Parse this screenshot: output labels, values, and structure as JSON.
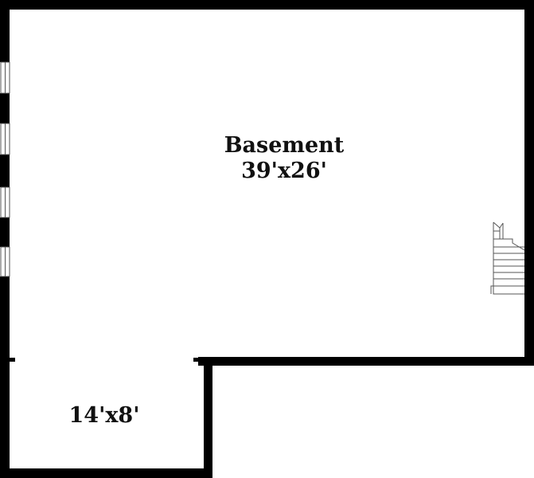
{
  "plan": {
    "wall_color": "#000000",
    "floor_color": "#ffffff",
    "fixture_color": "#555555",
    "rooms": [
      {
        "name": "Basement",
        "dimensions": "39'x26'"
      },
      {
        "name": "",
        "dimensions": "14'x8'"
      }
    ],
    "windows": {
      "count": 4,
      "wall": "left"
    },
    "fixtures": [
      {
        "type": "stairs",
        "icon": "stairs-icon",
        "wall": "right"
      }
    ]
  }
}
